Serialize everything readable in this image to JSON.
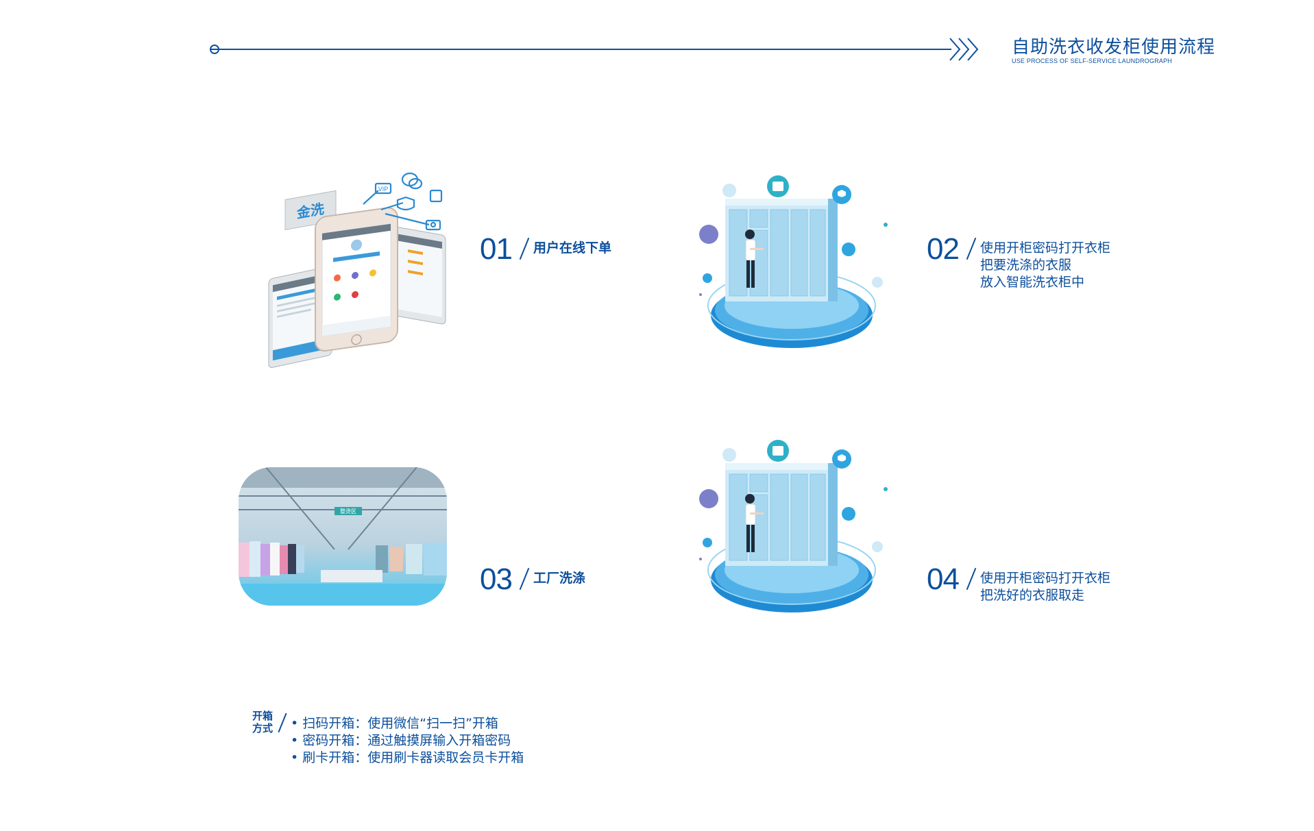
{
  "header": {
    "title": "自助洗衣收发柜使用流程",
    "subtitle": "USE PROCESS OF SELF-SERVICE LAUNDROGRAPH"
  },
  "steps": [
    {
      "num": "01",
      "lines": [
        "用户在线下单"
      ],
      "illustration": "phone-app"
    },
    {
      "num": "02",
      "lines": [
        "使用开柜密码打开衣柜",
        "把要洗涤的衣服",
        "放入智能洗衣柜中"
      ],
      "illustration": "locker-kiosk"
    },
    {
      "num": "03",
      "lines": [
        "工厂洗涤"
      ],
      "illustration": "factory-photo"
    },
    {
      "num": "04",
      "lines": [
        "使用开柜密码打开衣柜",
        "把洗好的衣服取走"
      ],
      "illustration": "locker-kiosk"
    }
  ],
  "phone_logo_text": "金洗",
  "factory_sign_text": "整烫区",
  "open_methods": {
    "heading_line1": "开箱",
    "heading_line2": "方式",
    "items": [
      "扫码开箱：使用微信“扫一扫”开箱",
      "密码开箱：通过触摸屏输入开箱密码",
      "刷卡开箱：使用刷卡器读取会员卡开箱"
    ]
  },
  "colors": {
    "primary": "#0c4f9c",
    "accent": "#2a9bd8",
    "light": "#cfe9f7"
  }
}
